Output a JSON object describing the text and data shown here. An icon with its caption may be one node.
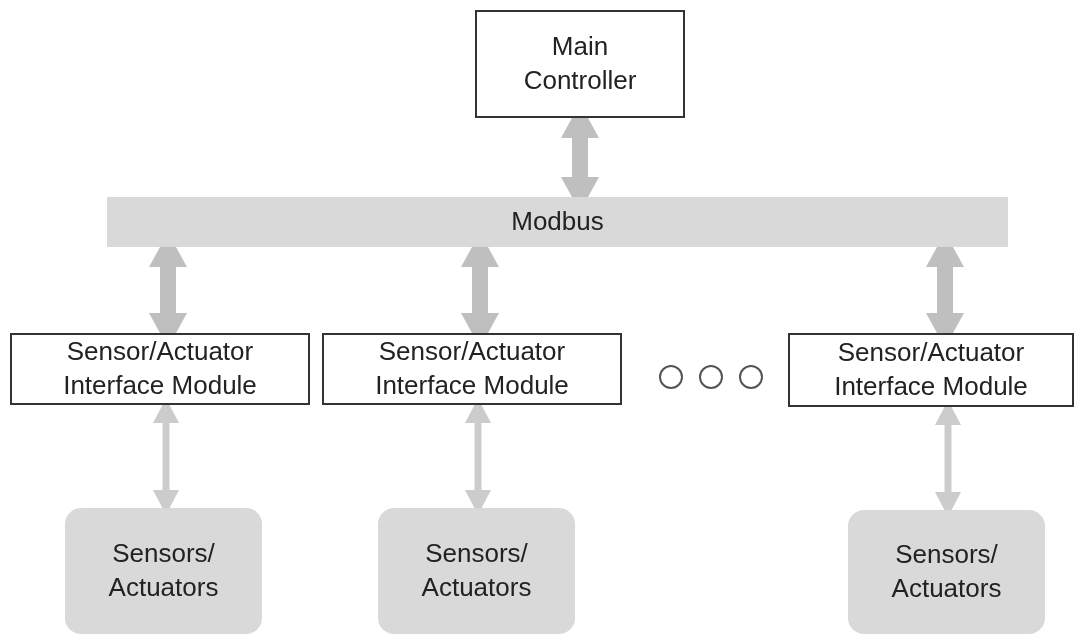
{
  "diagram": {
    "nodes": [
      {
        "text": [
          "Main Controller"
        ]
      },
      {
        "text": [
          "Modbus"
        ]
      },
      {
        "text": [
          "Sensor/Actuator Interface Module"
        ]
      },
      {
        "text": [
          "Sensor/Actuator Interface Module"
        ]
      },
      {
        "text": [],
        "shape": "circle"
      },
      {
        "text": [],
        "shape": "circle"
      },
      {
        "text": [],
        "shape": "circle"
      },
      {
        "text": [
          "Sensor/Actuator Interface Module"
        ]
      },
      {
        "text": [
          "Sensors/ Actuators"
        ]
      },
      {
        "text": [
          "Sensors/ Actuators"
        ]
      },
      {
        "text": [
          "Sensors/ Actuators"
        ]
      }
    ],
    "edges": [
      {
        "from": 0,
        "to": 1,
        "arrow": "both"
      },
      {
        "from": 1,
        "to": 2,
        "arrow": "both"
      },
      {
        "from": 1,
        "to": 3,
        "arrow": "both"
      },
      {
        "from": 1,
        "to": 7,
        "arrow": "both"
      },
      {
        "from": 2,
        "to": 8,
        "arrow": "both",
        "color": "#cccccc"
      },
      {
        "from": 3,
        "to": 9,
        "arrow": "both",
        "color": "#cccccc"
      },
      {
        "from": 7,
        "to": 10,
        "arrow": "both",
        "color": "#cccccc"
      }
    ]
  }
}
